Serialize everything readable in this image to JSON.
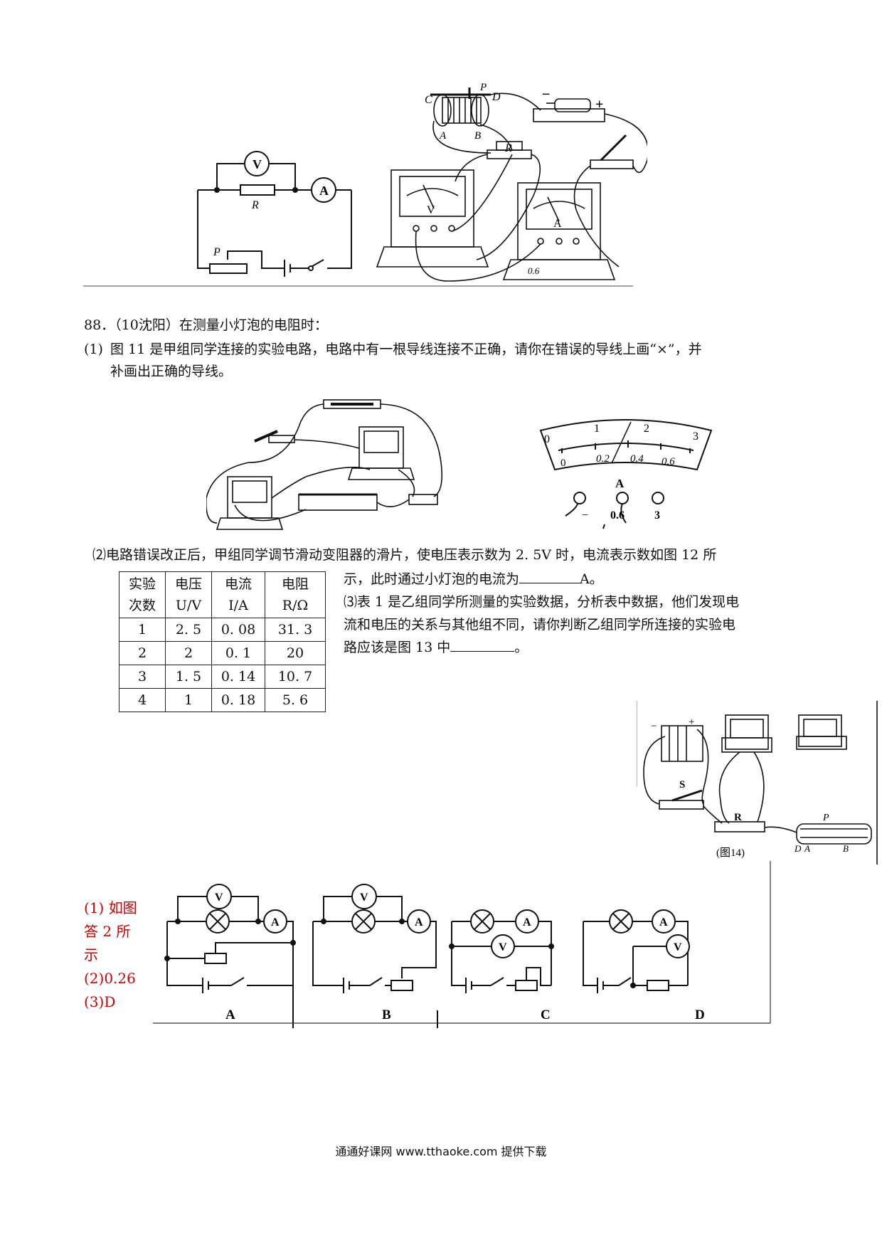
{
  "top_figure": {
    "schematic_labels": {
      "voltmeter": "V",
      "ammeter": "A",
      "resistor": "R",
      "slider": "P"
    },
    "apparatus_labels": {
      "c": "C",
      "d": "D",
      "a": "A",
      "b": "B",
      "p": "P",
      "r": "R",
      "minus": "−",
      "plus": "+",
      "voltmeter": "V",
      "ammeter": "A",
      "range": "0.6"
    }
  },
  "question": {
    "header": "88．（10沈阳）在测量小灯泡的电阻时：",
    "part1_num": "(1)",
    "part1_line1": "图 11 是甲组同学连接的实验电路，电路中有一根导线连接不正确，请你在错误的导线上画“×”，并",
    "part1_line2": "补画出正确的导线。",
    "part2_line1": "⑵电路错误改正后，甲组同学调节滑动变阻器的滑片，使电压表示数为 2. 5V 时，电流表示数如图 12 所",
    "part2_line2a": "示，此时通过小灯泡的电流为",
    "part2_line2b": "A。",
    "part3_line1": "⑶表 1 是乙组同学所测量的实验数据，分析表中数据，他们发现电",
    "part3_line2": "流和电压的关系与其他组不同，请你判断乙组同学所连接的实验电",
    "part3_line3a": "路应该是图 13 中",
    "part3_line3b": "。"
  },
  "ammeter_dial": {
    "top_scale": [
      "0",
      "1",
      "2",
      "3"
    ],
    "bottom_scale": [
      "0",
      "0.2",
      "0.4",
      "0.6"
    ],
    "unit": "A",
    "terminals": [
      "−",
      "0.6",
      "3"
    ]
  },
  "table": {
    "headers": [
      [
        "实验",
        "次数"
      ],
      [
        "电压",
        "U/V"
      ],
      [
        "电流",
        "I/A"
      ],
      [
        "电阻",
        "R/Ω"
      ]
    ],
    "rows": [
      [
        "1",
        "2. 5",
        "0. 08",
        "31. 3"
      ],
      [
        "2",
        "2",
        "0. 1",
        "20"
      ],
      [
        "3",
        "1. 5",
        "0. 14",
        "10. 7"
      ],
      [
        "4",
        "1",
        "0. 18",
        "5. 6"
      ]
    ]
  },
  "fig14": {
    "caption": "(图14)",
    "labels": {
      "s": "S",
      "r": "R",
      "p": "P",
      "a": "A",
      "b": "B",
      "d": "D",
      "minus": "−",
      "plus": "+"
    }
  },
  "circuit_options": {
    "labels": [
      "A",
      "B",
      "C",
      "D"
    ],
    "meter_v": "V",
    "meter_a": "A"
  },
  "answer": {
    "lines": [
      "(1) 如图",
      "答 2 所",
      "示",
      "(2)0.26",
      "(3)D"
    ]
  },
  "footer": "通通好课网 www.tthaoke.com 提供下载"
}
